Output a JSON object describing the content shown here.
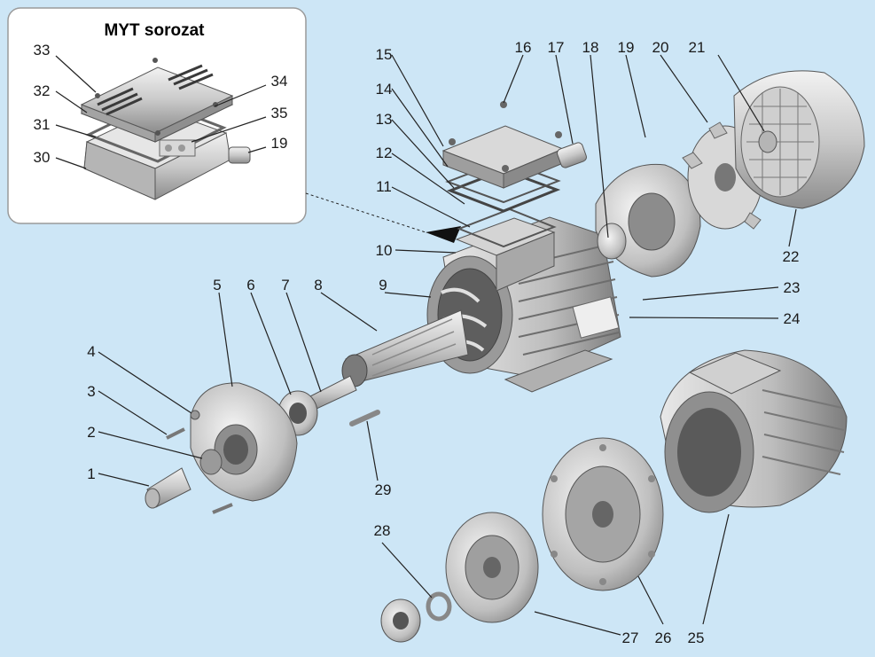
{
  "inset": {
    "title": "MYT sorozat"
  },
  "callouts": [
    "1",
    "2",
    "3",
    "4",
    "5",
    "6",
    "7",
    "8",
    "9",
    "10",
    "11",
    "12",
    "13",
    "14",
    "15",
    "16",
    "17",
    "18",
    "19",
    "20",
    "21",
    "22",
    "23",
    "24",
    "25",
    "26",
    "27",
    "28",
    "29",
    "30",
    "31",
    "32",
    "33",
    "34",
    "35",
    "19"
  ]
}
